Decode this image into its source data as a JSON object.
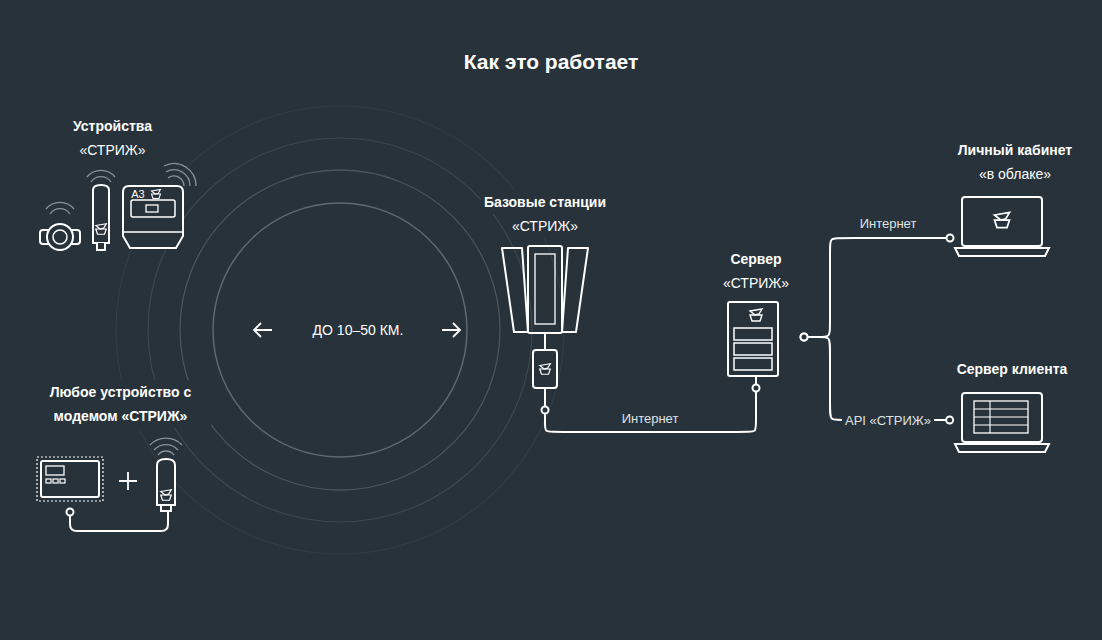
{
  "diagram": {
    "title": "Как это работает",
    "nodes": [
      {
        "text": [
          "Устройства",
          "«СТРИЖ»"
        ]
      },
      {
        "text": [
          "Любое устройство с модемом «СТРИЖ»"
        ]
      },
      {
        "text": [
          "Базовые станции",
          "«СТРИЖ»"
        ]
      },
      {
        "text": [
          "Сервер",
          "«СТРИЖ»"
        ]
      },
      {
        "text": [
          "Личный кабинет",
          "«в облаке»"
        ]
      },
      {
        "text": [
          "Сервер клиента"
        ]
      }
    ],
    "edges": [
      {
        "from": 2,
        "to": 3,
        "label": "Интернет",
        "arrow": "none"
      },
      {
        "from": 3,
        "to": 4,
        "label": "Интернет",
        "arrow": "none"
      },
      {
        "from": 3,
        "to": 5,
        "label": "API «СТРИЖ»",
        "arrow": "none"
      }
    ],
    "labels": [
      "ДО 10–50 КМ.",
      "A3"
    ]
  }
}
